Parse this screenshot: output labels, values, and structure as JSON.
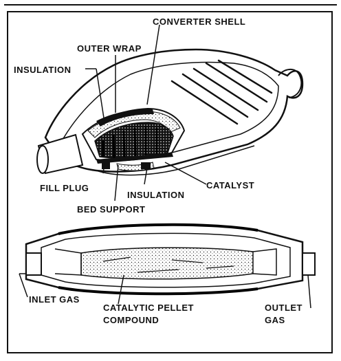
{
  "labels": {
    "converter_shell": "CONVERTER SHELL",
    "outer_wrap": "OUTER WRAP",
    "insulation_top": "INSULATION",
    "fill_plug": "FILL PLUG",
    "insulation_bottom": "INSULATION",
    "catalyst": "CATALYST",
    "bed_support": "BED SUPPORT",
    "inlet_gas": "INLET GAS",
    "catalytic_pellet_line1": "CATALYTIC PELLET",
    "catalytic_pellet_line2": "COMPOUND",
    "outlet_line1": "OUTLET",
    "outlet_line2": "GAS"
  }
}
